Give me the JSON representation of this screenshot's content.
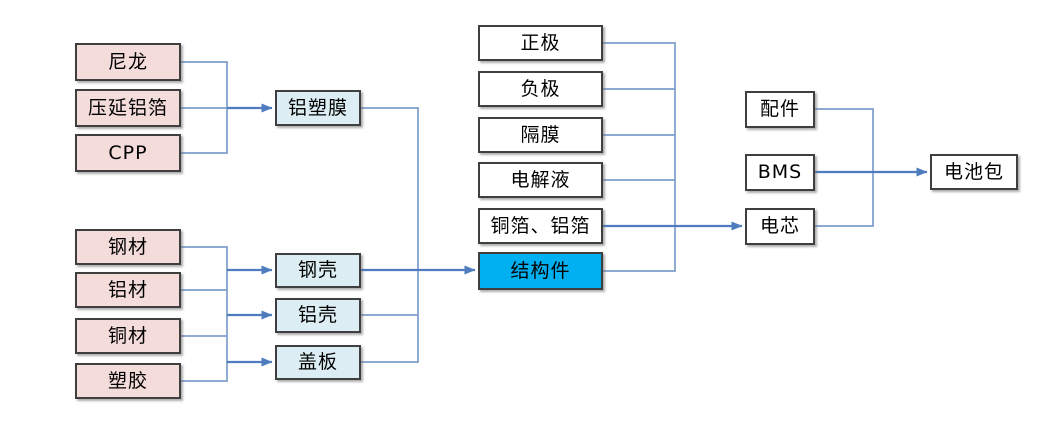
{
  "colors": {
    "material": "#F4DCDB",
    "component": "#DCEEF4",
    "highlight": "#00B0F0",
    "plain": "#FFFFFF",
    "border": "#3F3F3F",
    "line": "#7E9DCB",
    "arrow": "#4E7CBE",
    "text": "#000000"
  },
  "nodes": {
    "nylon": {
      "label": "尼龙"
    },
    "rolled_aluminum_foil": {
      "label": "压延铝箔"
    },
    "cpp": {
      "label": "CPP"
    },
    "aluminum_plastic_film": {
      "label": "铝塑膜"
    },
    "steel": {
      "label": "钢材"
    },
    "aluminum": {
      "label": "铝材"
    },
    "copper": {
      "label": "铜材"
    },
    "plastic": {
      "label": "塑胶"
    },
    "steel_shell": {
      "label": "钢壳"
    },
    "aluminum_shell": {
      "label": "铝壳"
    },
    "cover_plate": {
      "label": "盖板"
    },
    "cathode": {
      "label": "正极"
    },
    "anode": {
      "label": "负极"
    },
    "separator": {
      "label": "隔膜"
    },
    "electrolyte": {
      "label": "电解液"
    },
    "copper_aluminum_foil": {
      "label": "铜箔、铝箔"
    },
    "structural_parts": {
      "label": "结构件"
    },
    "accessories": {
      "label": "配件"
    },
    "bms": {
      "label": "BMS"
    },
    "cell": {
      "label": "电芯"
    },
    "battery_pack": {
      "label": "电池包"
    }
  }
}
